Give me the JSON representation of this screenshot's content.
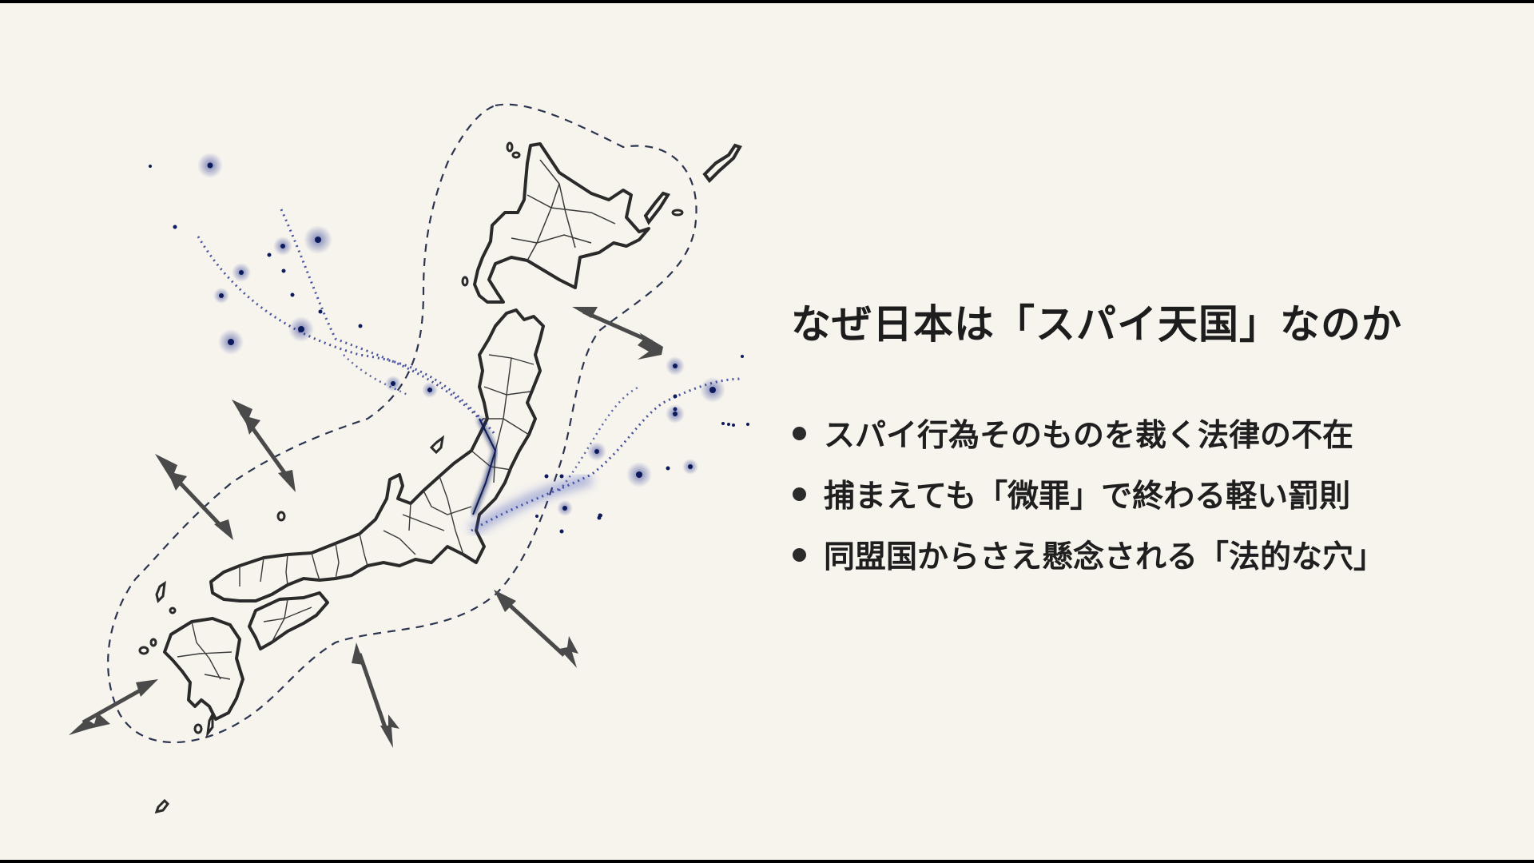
{
  "slide": {
    "background": "#f7f4ee",
    "title": "なぜ日本は「スパイ天国」なのか",
    "bullets": [
      "スパイ行為そのものを裁く法律の不在",
      "捕まえても「微罪」で終わる軽い罰則",
      "同盟国からさえ懸念される「法的な穴」"
    ]
  },
  "map": {
    "subject": "Japan outline with prefecture borders",
    "boundary": "dashed perimeter line around archipelago",
    "arrows": [
      {
        "name": "arrow-northeast",
        "direction": "inward-from-east"
      },
      {
        "name": "arrow-northwest",
        "direction": "inward-from-northwest"
      },
      {
        "name": "arrow-west",
        "direction": "inward-from-west"
      },
      {
        "name": "arrow-southwest",
        "direction": "inward-from-southwest"
      },
      {
        "name": "arrow-south",
        "direction": "inward-from-south"
      },
      {
        "name": "arrow-southeast",
        "direction": "inward-from-southeast"
      }
    ],
    "colors": {
      "outline": "#2a2a2a",
      "dots": "#0d1a5c",
      "glow": "#3a4fb8",
      "arrow": "#4a4a4a",
      "dashed": "#2c3550"
    }
  }
}
